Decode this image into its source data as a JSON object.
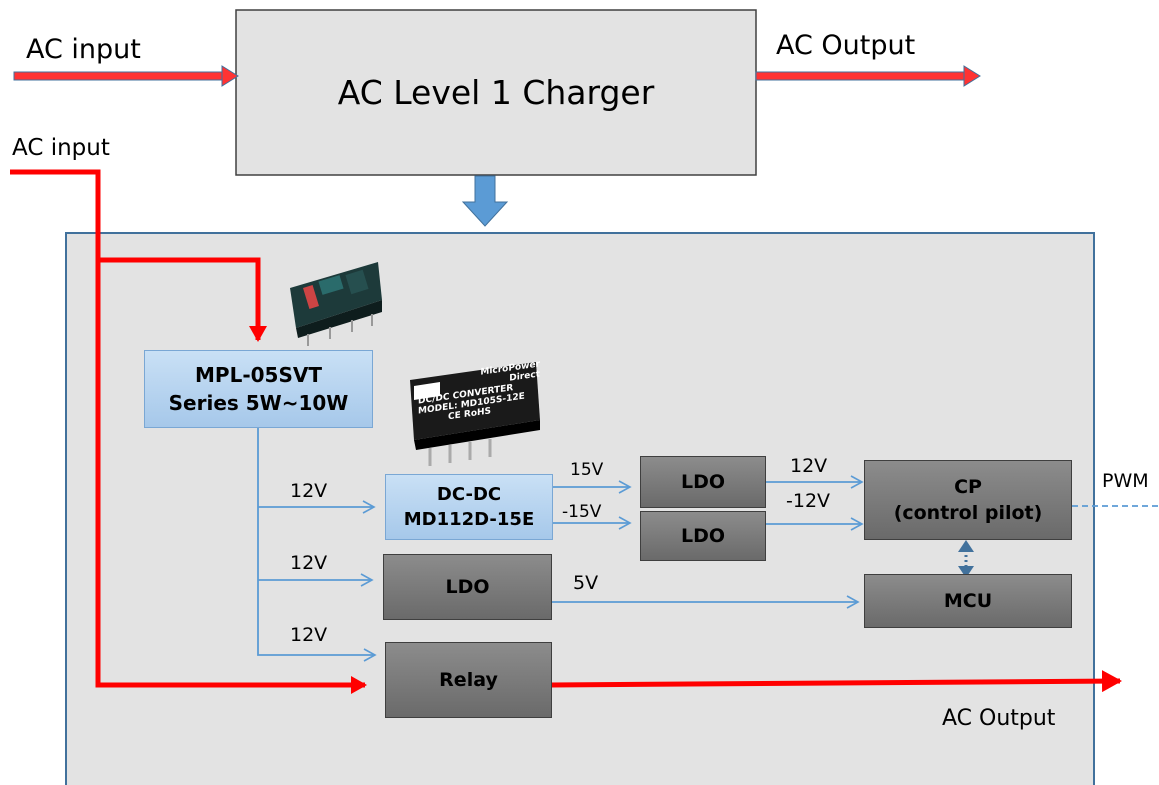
{
  "top": {
    "ac_input_label": "AC input",
    "charger_title": "AC Level 1 Charger",
    "ac_output_label": "AC Output"
  },
  "left_ac_input_label": "AC input",
  "blocks": {
    "psu_line1": "MPL-05SVT",
    "psu_line2": "Series 5W~10W",
    "dcdc_line1": "DC-DC",
    "dcdc_line2": "MD112D-15E",
    "ldo_15v": "LDO",
    "ldo_neg15v": "LDO",
    "ldo_5v": "LDO",
    "cp_line1": "CP",
    "cp_line2": "(control pilot)",
    "mcu": "MCU",
    "relay": "Relay"
  },
  "voltages": {
    "psu_to_dcdc": "12V",
    "psu_to_ldo": "12V",
    "psu_to_relay": "12V",
    "dcdc_pos": "15V",
    "dcdc_neg": "-15V",
    "ldo_pos_out": "12V",
    "ldo_neg_out": "-12V",
    "ldo_5v_out": "5V"
  },
  "outputs": {
    "pwm": "PWM",
    "ac_output": "AC Output"
  },
  "component_photo": {
    "brand": "MicroPower Direct",
    "line1": "DC/DC CONVERTER",
    "line2": "MODEL: MD105S-12E",
    "line3": "CE RoHS"
  },
  "colors": {
    "ac_line": "#ff0000",
    "signal_line": "#5b9bd5",
    "block_gray": "#7f7f7f",
    "block_blue": "#b4d3f0",
    "panel_bg": "#e3e3e3",
    "panel_border": "#41719c"
  }
}
